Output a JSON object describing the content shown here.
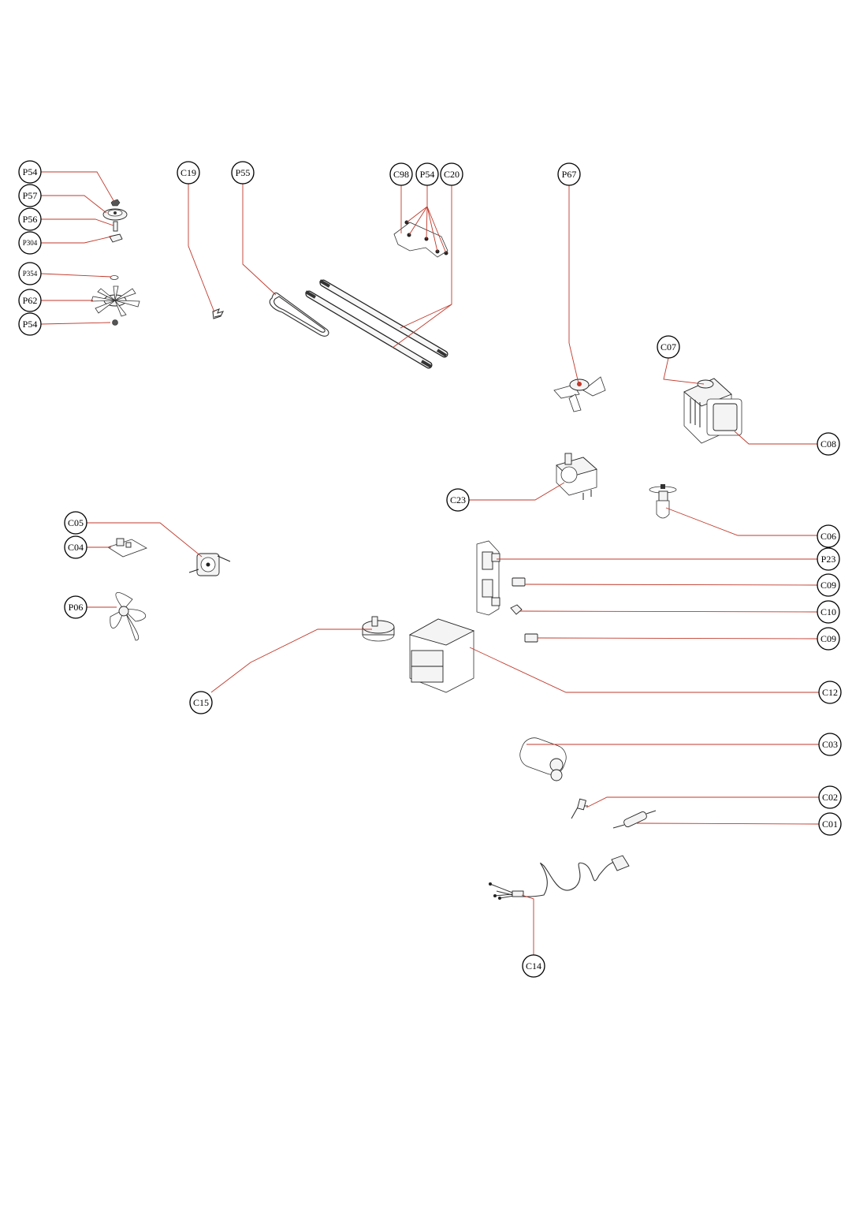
{
  "diagram": {
    "leader_color": "#c0392b",
    "callouts": [
      {
        "id": "p54-a",
        "label": "P54"
      },
      {
        "id": "p57",
        "label": "P57"
      },
      {
        "id": "p56",
        "label": "P56"
      },
      {
        "id": "p304",
        "label": "P304"
      },
      {
        "id": "p354",
        "label": "P354"
      },
      {
        "id": "p62",
        "label": "P62"
      },
      {
        "id": "p54-b",
        "label": "P54"
      },
      {
        "id": "c19",
        "label": "C19"
      },
      {
        "id": "p55",
        "label": "P55"
      },
      {
        "id": "c98",
        "label": "C98"
      },
      {
        "id": "p54-c",
        "label": "P54"
      },
      {
        "id": "c20",
        "label": "C20"
      },
      {
        "id": "p67",
        "label": "P67"
      },
      {
        "id": "c07",
        "label": "C07"
      },
      {
        "id": "c08",
        "label": "C08"
      },
      {
        "id": "c23",
        "label": "C23"
      },
      {
        "id": "c06",
        "label": "C06"
      },
      {
        "id": "c05",
        "label": "C05"
      },
      {
        "id": "c04",
        "label": "C04"
      },
      {
        "id": "p23",
        "label": "P23"
      },
      {
        "id": "c09-a",
        "label": "C09"
      },
      {
        "id": "c10",
        "label": "C10"
      },
      {
        "id": "c09-b",
        "label": "C09"
      },
      {
        "id": "p06",
        "label": "P06"
      },
      {
        "id": "c15",
        "label": "C15"
      },
      {
        "id": "c12",
        "label": "C12"
      },
      {
        "id": "c03",
        "label": "C03"
      },
      {
        "id": "c02",
        "label": "C02"
      },
      {
        "id": "c01",
        "label": "C01"
      },
      {
        "id": "c14",
        "label": "C14"
      }
    ]
  }
}
